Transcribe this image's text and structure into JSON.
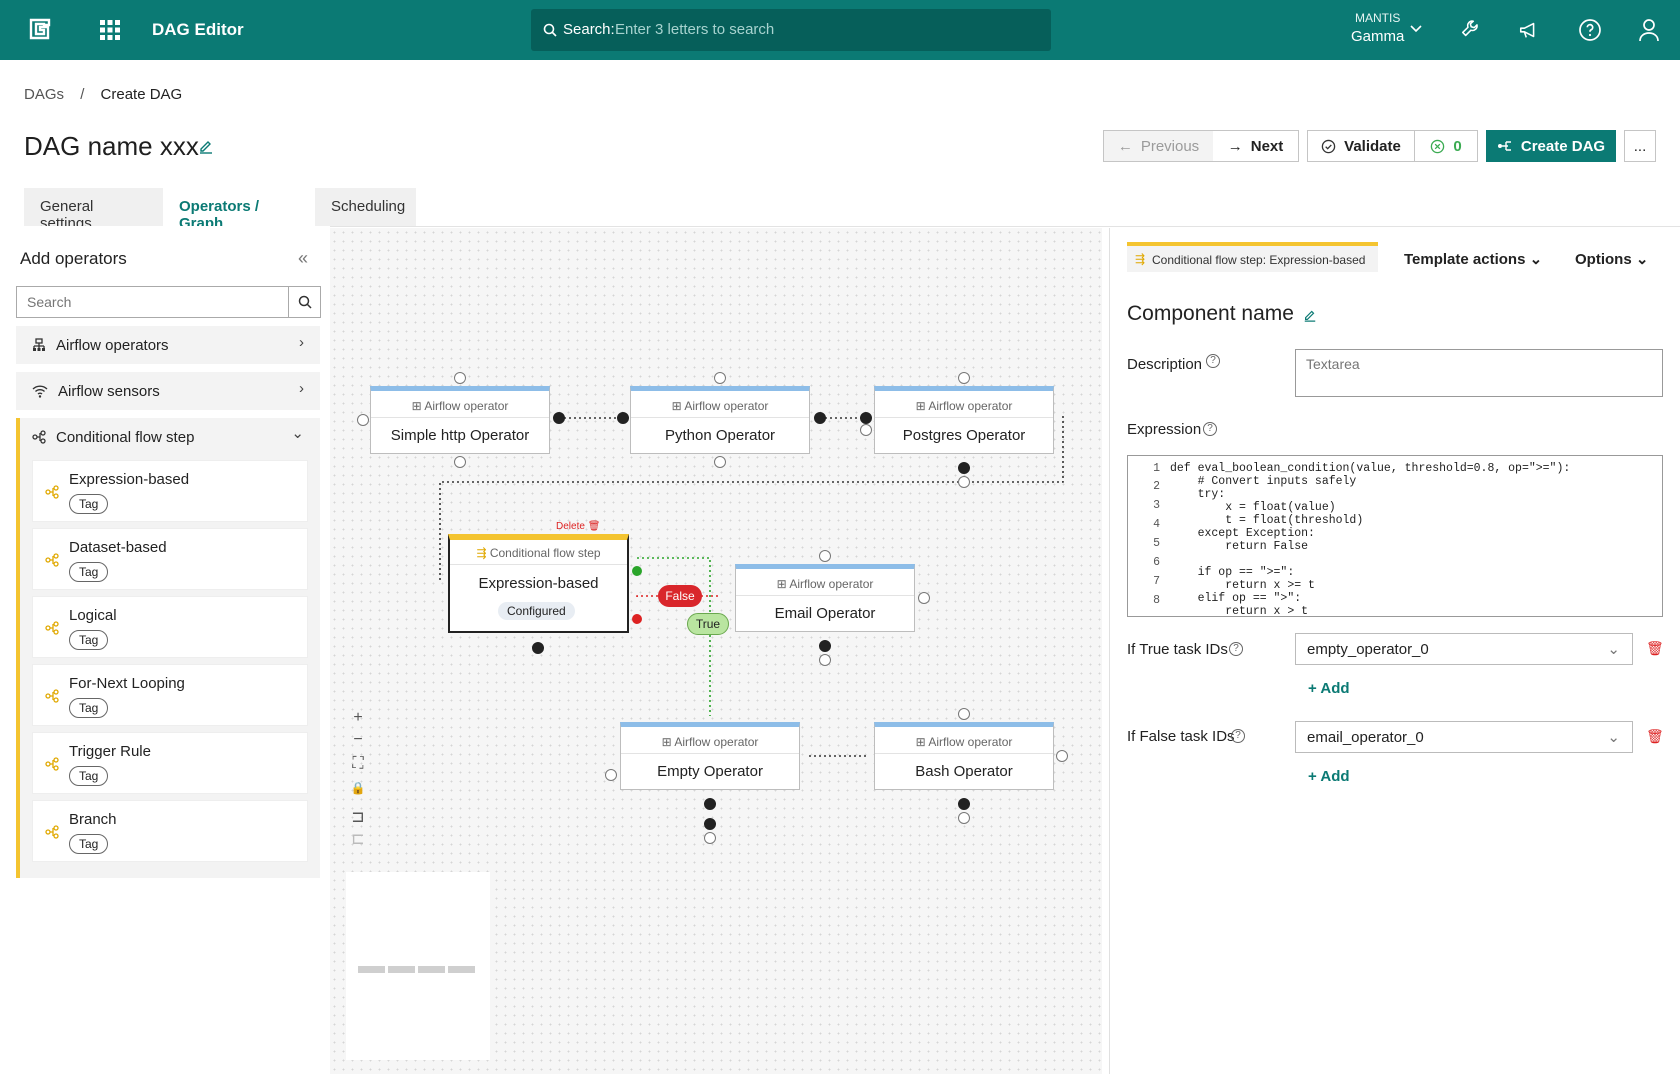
{
  "topbar": {
    "app_title": "DAG Editor",
    "search_label": "Search:",
    "search_placeholder": "Enter 3 letters to search",
    "tenant_name": "MANTIS",
    "tenant_env": "Gamma"
  },
  "breadcrumb": {
    "root": "DAGs",
    "separator": "/",
    "current": "Create DAG"
  },
  "page": {
    "title": "DAG name xxx"
  },
  "header_actions": {
    "previous": "Previous",
    "next": "Next",
    "validate": "Validate",
    "error_count": "0",
    "create": "Create DAG",
    "more": "..."
  },
  "tabs": [
    "General settings",
    "Operators / Graph",
    "Scheduling"
  ],
  "left_panel": {
    "title": "Add operators",
    "search_placeholder": "Search",
    "categories": [
      "Airflow operators",
      "Airflow sensors",
      "Conditional flow step"
    ],
    "items": [
      {
        "name": "Expression-based",
        "tag": "Tag"
      },
      {
        "name": "Dataset-based",
        "tag": "Tag"
      },
      {
        "name": "Logical",
        "tag": "Tag"
      },
      {
        "name": "For-Next Looping",
        "tag": "Tag"
      },
      {
        "name": "Trigger Rule",
        "tag": "Tag"
      },
      {
        "name": "Branch",
        "tag": "Tag"
      }
    ]
  },
  "canvas": {
    "nodes": [
      {
        "kind": "Airflow operator",
        "title": "Simple http Operator"
      },
      {
        "kind": "Airflow operator",
        "title": "Python Operator"
      },
      {
        "kind": "Airflow operator",
        "title": "Postgres Operator"
      },
      {
        "kind": "Airflow operator",
        "title": "Email Operator"
      },
      {
        "kind": "Airflow operator",
        "title": "Empty Operator"
      },
      {
        "kind": "Airflow operator",
        "title": "Bash Operator"
      }
    ],
    "conditional_node": {
      "kind": "Conditional flow step",
      "title": "Expression-based",
      "status": "Configured"
    },
    "delete_label": "Delete",
    "false_label": "False",
    "true_label": "True",
    "colors": {
      "accent": "#0b7a74",
      "conditional": "#f4c430",
      "operator": "#8dbde8",
      "false": "#d9262b",
      "true": "#b9e5a0"
    }
  },
  "right_panel": {
    "component_type": "Conditional flow step: Expression-based",
    "template_actions": "Template actions",
    "options": "Options",
    "component_name": "Component name",
    "description_label": "Description",
    "description_placeholder": "Textarea",
    "expression_label": "Expression",
    "code_lines": [
      "def eval_boolean_condition(value, threshold=0.8, op=\">=\"):",
      "    # Convert inputs safely",
      "    try:",
      "        x = float(value)",
      "        t = float(threshold)",
      "    except Exception:",
      "        return False",
      "",
      "    if op == \">=\":",
      "        return x >= t",
      "    elif op == \">\":",
      "        return x > t"
    ],
    "line_numbers": [
      "1",
      "2",
      "3",
      "4",
      "5",
      "6",
      "7",
      "8"
    ],
    "true_ids_label": "If True task IDs",
    "true_ids_value": "empty_operator_0",
    "false_ids_label": "If False task IDs",
    "false_ids_value": "email_operator_0",
    "add_label": "Add"
  }
}
